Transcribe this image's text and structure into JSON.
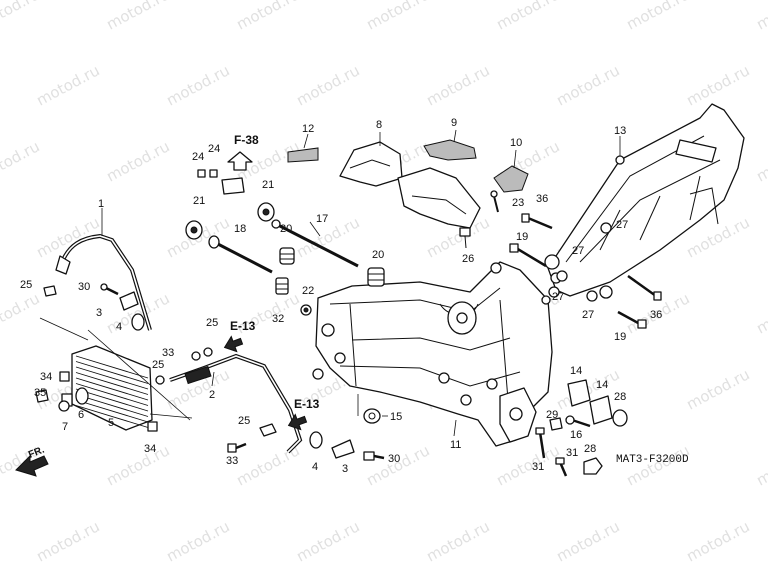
{
  "diagram": {
    "code": "MAT3-F3200D",
    "direction_label": "FR.",
    "watermark": "motod.ru",
    "refs": {
      "f38": "F-38",
      "e13a": "E-13",
      "e13b": "E-13"
    },
    "callouts": [
      {
        "id": "c1",
        "text": "1"
      },
      {
        "id": "c2",
        "text": "2"
      },
      {
        "id": "c3a",
        "text": "3"
      },
      {
        "id": "c3b",
        "text": "3"
      },
      {
        "id": "c4a",
        "text": "4"
      },
      {
        "id": "c4b",
        "text": "4"
      },
      {
        "id": "c5",
        "text": "5"
      },
      {
        "id": "c6",
        "text": "6"
      },
      {
        "id": "c7",
        "text": "7"
      },
      {
        "id": "c8",
        "text": "8"
      },
      {
        "id": "c9",
        "text": "9"
      },
      {
        "id": "c10",
        "text": "10"
      },
      {
        "id": "c11",
        "text": "11"
      },
      {
        "id": "c12",
        "text": "12"
      },
      {
        "id": "c13",
        "text": "13"
      },
      {
        "id": "c14a",
        "text": "14"
      },
      {
        "id": "c14b",
        "text": "14"
      },
      {
        "id": "c15",
        "text": "15"
      },
      {
        "id": "c16",
        "text": "16"
      },
      {
        "id": "c17",
        "text": "17"
      },
      {
        "id": "c18",
        "text": "18"
      },
      {
        "id": "c19a",
        "text": "19"
      },
      {
        "id": "c19b",
        "text": "19"
      },
      {
        "id": "c20a",
        "text": "20"
      },
      {
        "id": "c20b",
        "text": "20"
      },
      {
        "id": "c21a",
        "text": "21"
      },
      {
        "id": "c21b",
        "text": "21"
      },
      {
        "id": "c22",
        "text": "22"
      },
      {
        "id": "c23",
        "text": "23"
      },
      {
        "id": "c24a",
        "text": "24"
      },
      {
        "id": "c24b",
        "text": "24"
      },
      {
        "id": "c25a",
        "text": "25"
      },
      {
        "id": "c25b",
        "text": "25"
      },
      {
        "id": "c25c",
        "text": "25"
      },
      {
        "id": "c25d",
        "text": "25"
      },
      {
        "id": "c26",
        "text": "26"
      },
      {
        "id": "c27a",
        "text": "27"
      },
      {
        "id": "c27b",
        "text": "27"
      },
      {
        "id": "c27c",
        "text": "27"
      },
      {
        "id": "c27d",
        "text": "27"
      },
      {
        "id": "c28a",
        "text": "28"
      },
      {
        "id": "c28b",
        "text": "28"
      },
      {
        "id": "c29",
        "text": "29"
      },
      {
        "id": "c30a",
        "text": "30"
      },
      {
        "id": "c30b",
        "text": "30"
      },
      {
        "id": "c31a",
        "text": "31"
      },
      {
        "id": "c31b",
        "text": "31"
      },
      {
        "id": "c32",
        "text": "32"
      },
      {
        "id": "c33a",
        "text": "33"
      },
      {
        "id": "c33b",
        "text": "33"
      },
      {
        "id": "c34a",
        "text": "34"
      },
      {
        "id": "c34b",
        "text": "34"
      },
      {
        "id": "c35",
        "text": "35"
      },
      {
        "id": "c36a",
        "text": "36"
      },
      {
        "id": "c36b",
        "text": "36"
      }
    ]
  }
}
